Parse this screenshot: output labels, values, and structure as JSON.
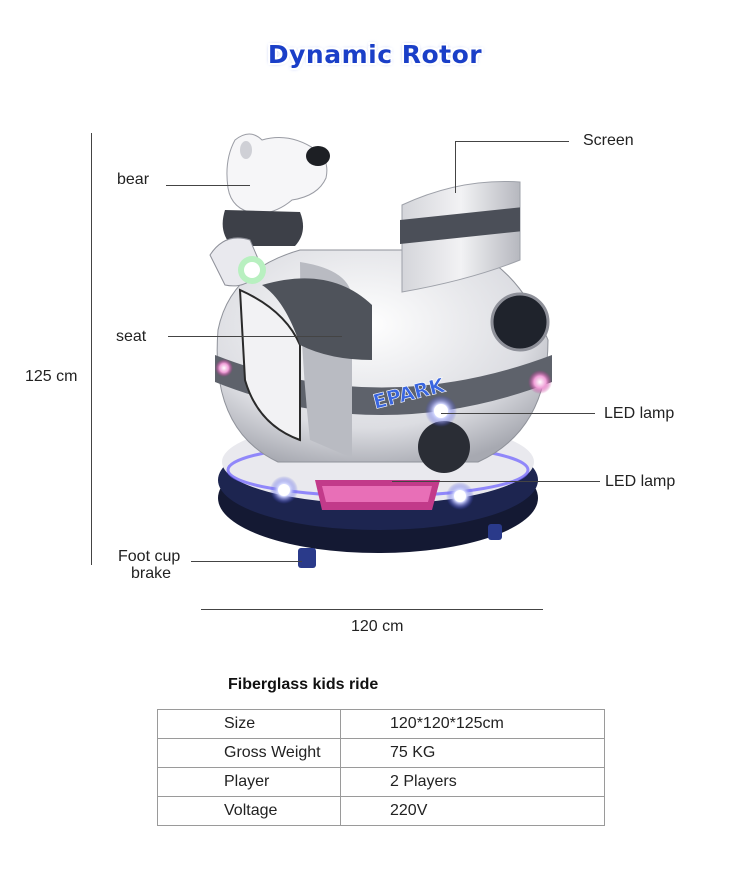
{
  "title": "Dynamic Rotor",
  "logo_text": "EPARK",
  "callouts": {
    "bear": "bear",
    "seat": "seat",
    "screen": "Screen",
    "led_lamp_1": "LED lamp",
    "led_lamp_2": "LED lamp",
    "foot_cup_line1": "Foot cup",
    "foot_cup_line2": "brake"
  },
  "dimensions": {
    "height": "125 cm",
    "width": "120 cm"
  },
  "specs": {
    "title": "Fiberglass kids ride",
    "rows": [
      {
        "label": "Size",
        "value": "120*120*125cm"
      },
      {
        "label": "Gross Weight",
        "value": "75 KG"
      },
      {
        "label": "Player",
        "value": "2 Players"
      },
      {
        "label": "Voltage",
        "value": "220V"
      }
    ]
  },
  "colors": {
    "title": "#1a3fc8",
    "base": "#141933",
    "led": "#c23a8a",
    "accent": "#666a73"
  }
}
